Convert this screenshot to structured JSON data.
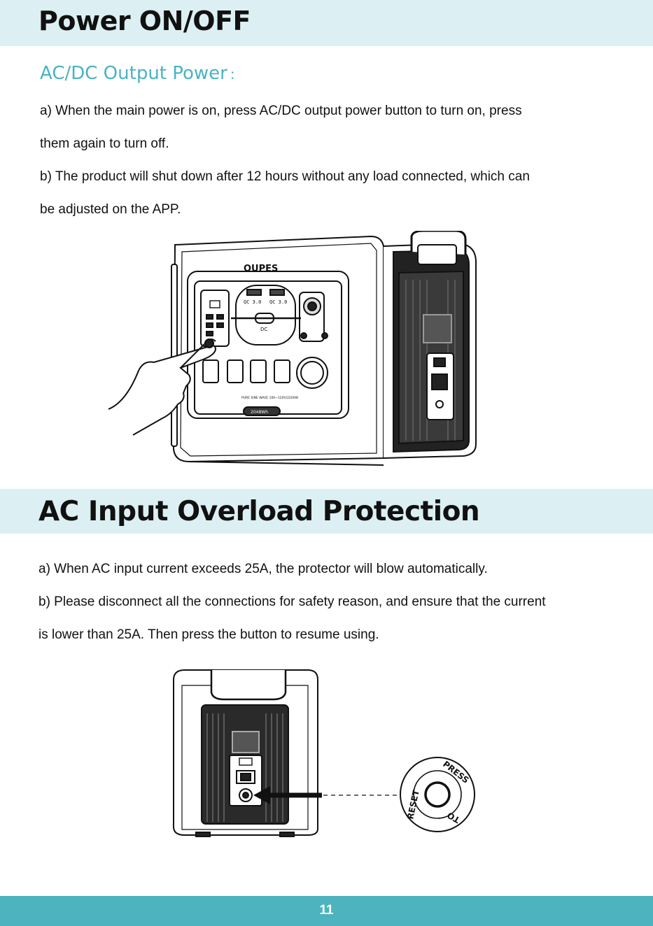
{
  "section1": {
    "title": "Power ON/OFF",
    "subtitle": "AC/DC Output Power",
    "subtitle_colon": ":",
    "line_a1": "a) When the main power is on, press AC/DC output power button to turn on, press",
    "line_a2": "them again to turn off.",
    "line_b1": "b) The product will shut down after 12 hours without any load connected, which can",
    "line_b2": "be adjusted on the APP.",
    "figure": {
      "brand": "OUPES",
      "qc1": "QC 3.0",
      "qc2": "QC 3.0",
      "dc": "DC",
      "wave_label": "PURE SINE WAVE 100~120V/2200W",
      "capacity": "2048Wh"
    }
  },
  "section2": {
    "title": "AC Input Overload Protection",
    "line_a": "a)  When AC input current exceeds 25A, the protector will blow automatically.",
    "line_b1": "b)  Please disconnect all the connections for safety reason, and ensure that the current",
    "line_b2": "is lower than 25A. Then press the button to resume using.",
    "reset_label": "RESET",
    "press_label": "PRESS",
    "to_label": "TO"
  },
  "footer": {
    "page": "11"
  },
  "colors": {
    "band": "#dcf0f3",
    "accent": "#4bb3c1",
    "footer": "#4cb3bf"
  }
}
